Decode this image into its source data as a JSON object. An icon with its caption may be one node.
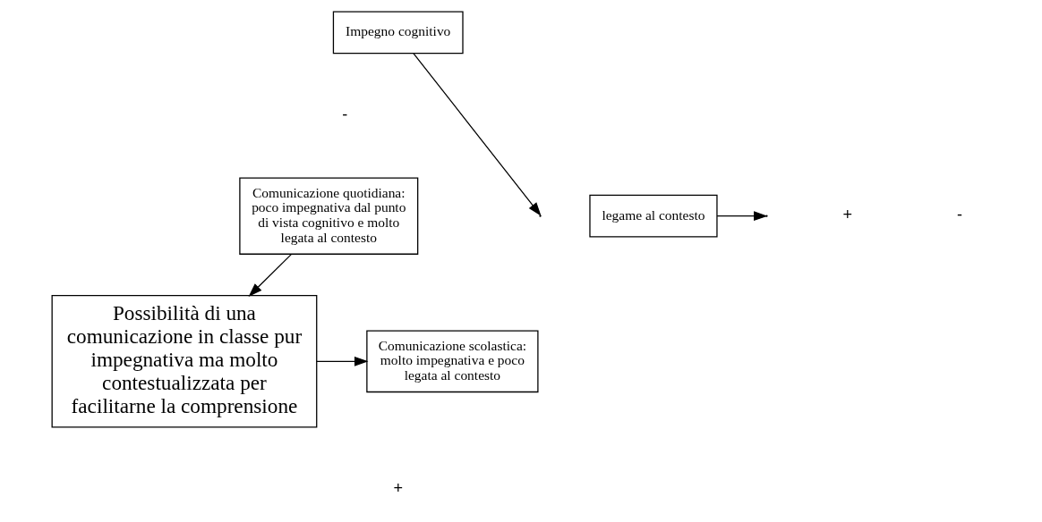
{
  "diagram": {
    "nodes": [
      {
        "text": [
          "Impegno cognitivo"
        ]
      },
      {
        "text": [
          "Comunicazione quotidiana: poco impegnativa dal punto di vista cognitivo e molto legata al contesto"
        ]
      },
      {
        "text": [
          "legame al contesto"
        ]
      },
      {
        "text": [
          "Possibilità di una comunicazione in classe pur impegnativa ma molto contestualizzata per facilitarne la comprensione"
        ]
      },
      {
        "text": [
          "Comunicazione scolastica: molto impegnativa e poco legata al contesto"
        ]
      }
    ],
    "edges": [
      {
        "from": 0,
        "to": null,
        "arrow": "to"
      },
      {
        "from": 2,
        "to": null,
        "arrow": "to"
      },
      {
        "from": 1,
        "to": 3,
        "arrow": "to"
      },
      {
        "from": 3,
        "to": 4,
        "arrow": "to"
      }
    ],
    "labels": [
      "-",
      "+",
      "-",
      "+"
    ]
  }
}
